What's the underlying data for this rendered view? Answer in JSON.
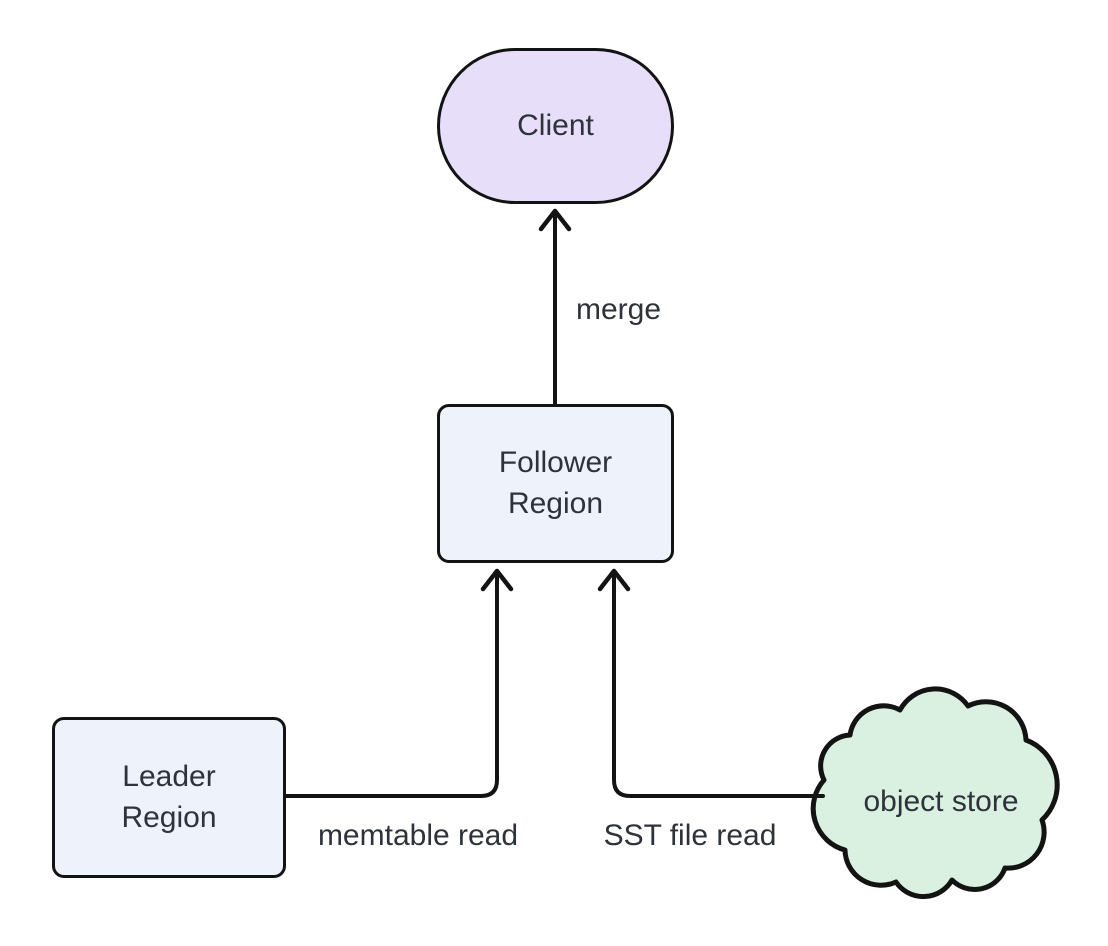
{
  "diagram": {
    "type": "flowchart",
    "background_color": "#ffffff",
    "stroke_color": "#131313",
    "text_color": "#2e323a",
    "nodes": {
      "client": {
        "label": "Client",
        "shape": "stadium",
        "fill": "#e7def9"
      },
      "follower": {
        "line1": "Follower",
        "line2": "Region",
        "shape": "rounded-rectangle",
        "fill": "#edf2fb"
      },
      "leader": {
        "line1": "Leader",
        "line2": "Region",
        "shape": "rounded-rectangle",
        "fill": "#edf2fb"
      },
      "object_store": {
        "label": "object store",
        "shape": "cloud",
        "fill": "#daf0e0"
      }
    },
    "edges": [
      {
        "from": "Follower Region",
        "to": "Client",
        "label": "merge"
      },
      {
        "from": "Leader Region",
        "to": "Follower Region",
        "label": "memtable read"
      },
      {
        "from": "object store",
        "to": "Follower Region",
        "label": "SST file read"
      }
    ]
  }
}
